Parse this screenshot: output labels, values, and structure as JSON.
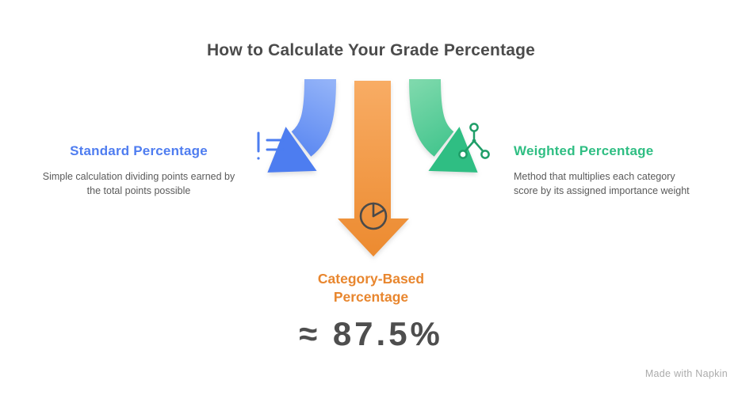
{
  "title": "How to Calculate Your Grade Percentage",
  "watermark": "Made with Napkin",
  "colors": {
    "blue": "#4f7df0",
    "blue_light": "#93b3f8",
    "green": "#2fbe83",
    "green_light": "#7ed9ac",
    "orange": "#ec8a2f",
    "orange_light": "#f8ac64",
    "title_text": "#4b4b4b",
    "body_text": "#5a5a5a",
    "watermark_text": "#ababab"
  },
  "icons": {
    "left": "not-equal-icon",
    "center": "pie-chart-icon",
    "right": "molecule-icon"
  },
  "branches": {
    "standard": {
      "label": "Standard Percentage",
      "description": "Simple calculation dividing points earned by the total points possible"
    },
    "weighted": {
      "label": "Weighted Percentage",
      "description": "Method that multiplies each category score by its assigned importance weight"
    },
    "category": {
      "label": "Category-Based Percentage",
      "example": "≈ 87.5%"
    }
  }
}
